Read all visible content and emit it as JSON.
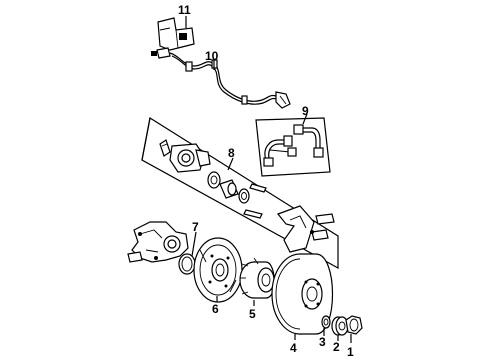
{
  "callouts": [
    {
      "id": "1",
      "part": "hub-nut"
    },
    {
      "id": "2",
      "part": "washer"
    },
    {
      "id": "3",
      "part": "bearing-nut"
    },
    {
      "id": "4",
      "part": "brake-rotor"
    },
    {
      "id": "5",
      "part": "hub-bearing"
    },
    {
      "id": "6",
      "part": "backing-plate"
    },
    {
      "id": "7",
      "part": "o-ring"
    },
    {
      "id": "8",
      "part": "caliper-kit"
    },
    {
      "id": "9",
      "part": "brake-hose"
    },
    {
      "id": "10",
      "part": "abs-sensor-harness"
    },
    {
      "id": "11",
      "part": "bracket"
    }
  ]
}
